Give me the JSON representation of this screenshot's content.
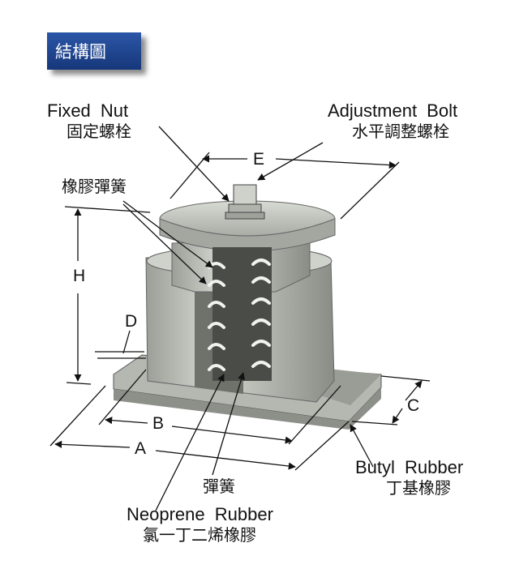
{
  "title": "結構圖",
  "labels": {
    "fixed_nut_en": "Fixed Nut",
    "fixed_nut_zh": "固定螺栓",
    "adjustment_bolt_en": "Adjustment Bolt",
    "adjustment_bolt_zh": "水平調整螺栓",
    "rubber_spring_zh": "橡膠彈簧",
    "spring_zh": "彈簧",
    "neoprene_en": "Neoprene Rubber",
    "neoprene_zh": "氯一丁二烯橡膠",
    "butyl_en": "Butyl Rubber",
    "butyl_zh": "丁基橡膠"
  },
  "dimensions": {
    "A": "A",
    "B": "B",
    "C": "C",
    "D": "D",
    "E": "E",
    "H": "H"
  },
  "colors": {
    "badge": "#1f4590",
    "body": "#c4c6c0",
    "body_dark": "#8c8f89",
    "spring": "#f2f2ee"
  }
}
